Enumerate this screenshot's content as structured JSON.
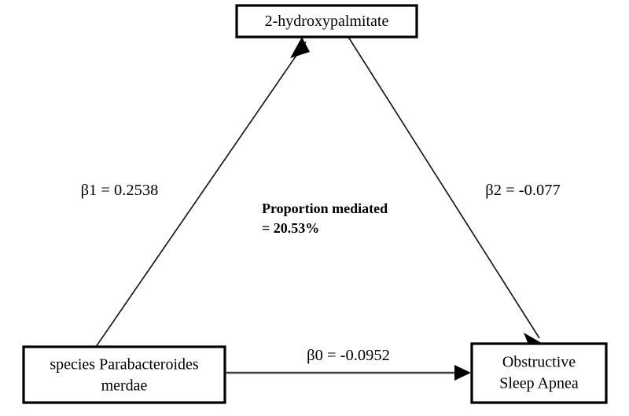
{
  "diagram": {
    "type": "mediation-path-diagram",
    "background_color": "#ffffff",
    "line_color": "#000000",
    "nodes": {
      "mediator": {
        "label": "2-hydroxypalmitate",
        "role": "mediator"
      },
      "exposure": {
        "label_line1": "species Parabacteroides",
        "label_line2": "merdae",
        "role": "exposure"
      },
      "outcome": {
        "label_line1": "Obstructive",
        "label_line2": "Sleep Apnea",
        "role": "outcome"
      }
    },
    "edges": {
      "exposure_to_mediator": {
        "label": "β1 = 0.2538",
        "coefficient_name": "β1",
        "coefficient_value": "0.2538"
      },
      "mediator_to_outcome": {
        "label": "β2 = -0.077",
        "coefficient_name": "β2",
        "coefficient_value": "-0.077"
      },
      "exposure_to_outcome": {
        "label": "β0 = -0.0952",
        "coefficient_name": "β0",
        "coefficient_value": "-0.0952"
      }
    },
    "annotation": {
      "line1": "Proportion mediated",
      "line2": "= 20.53%",
      "value": "20.53%"
    }
  }
}
